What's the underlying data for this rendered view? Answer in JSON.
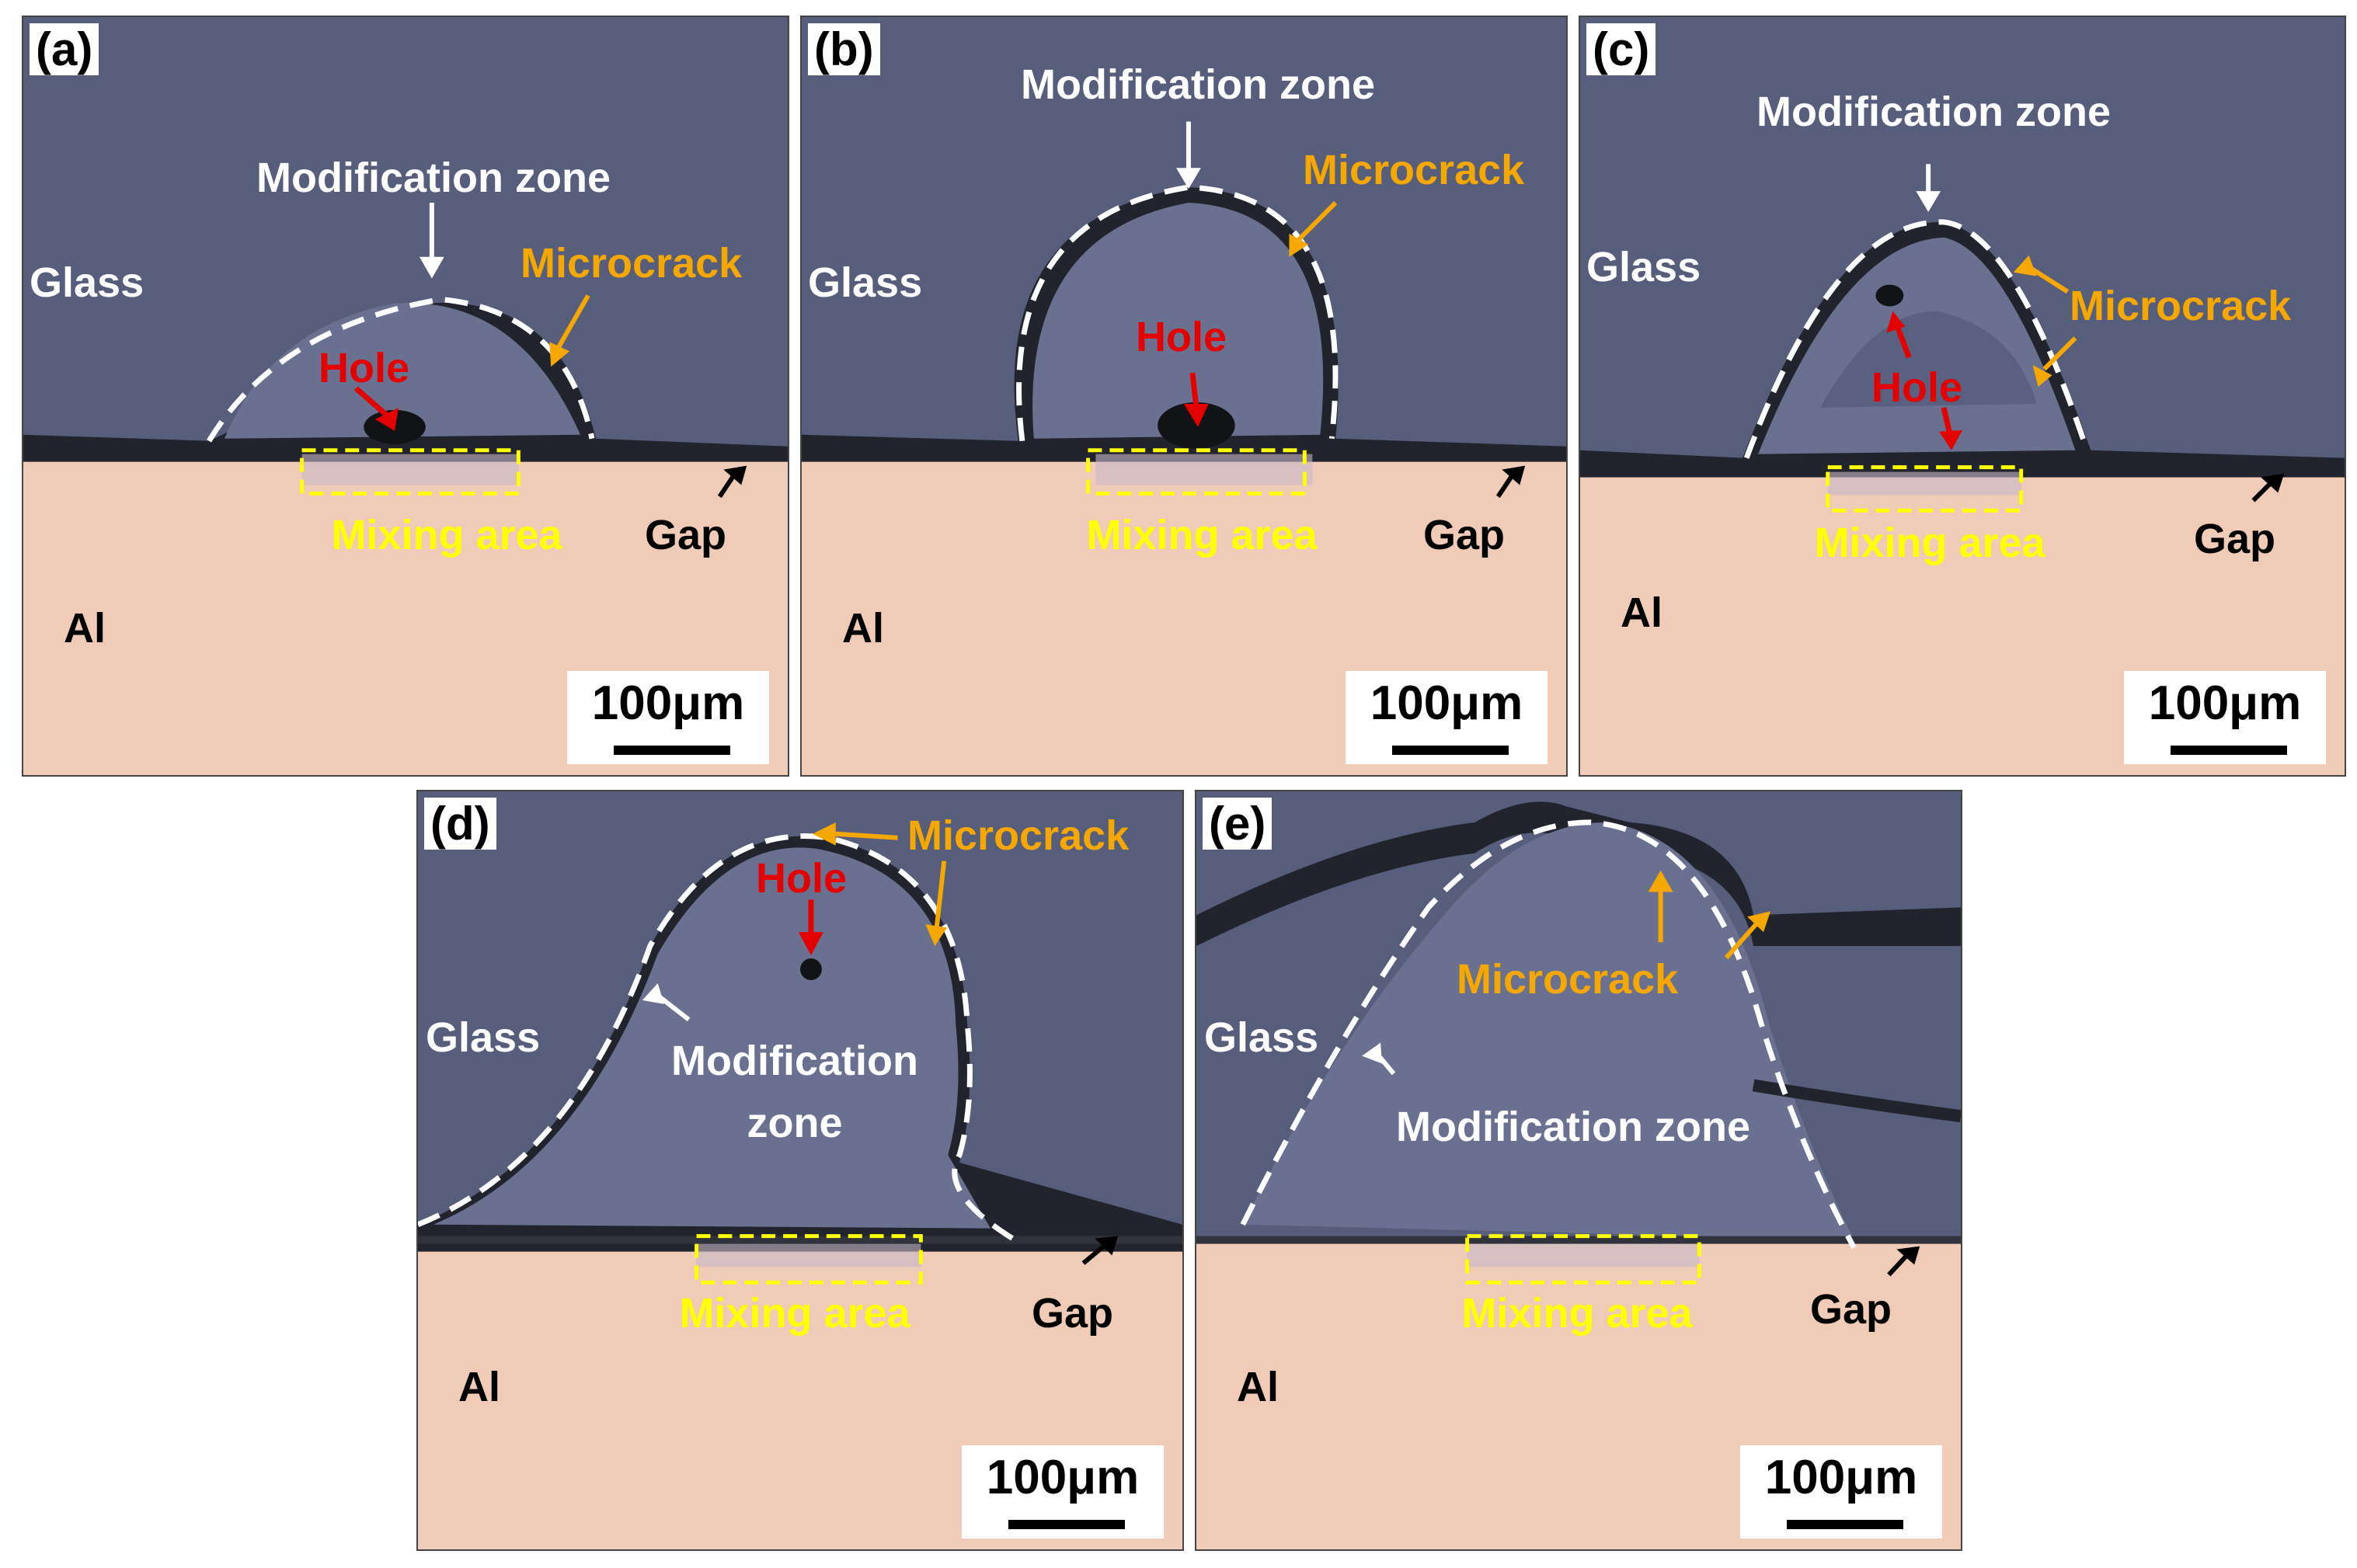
{
  "scale_label": "100μm",
  "panels": [
    {
      "tag": "(a)",
      "glass": "Glass",
      "al": "Al",
      "modification": "Modification zone",
      "microcrack": "Microcrack",
      "hole": "Hole",
      "mixing": "Mixing area",
      "gap": "Gap"
    },
    {
      "tag": "(b)",
      "glass": "Glass",
      "al": "Al",
      "modification": "Modification zone",
      "microcrack": "Microcrack",
      "hole": "Hole",
      "mixing": "Mixing area",
      "gap": "Gap"
    },
    {
      "tag": "(c)",
      "glass": "Glass",
      "al": "Al",
      "modification": "Modification zone",
      "microcrack": "Microcrack",
      "hole": "Hole",
      "mixing": "Mixing area",
      "gap": "Gap"
    },
    {
      "tag": "(d)",
      "glass": "Glass",
      "al": "Al",
      "modification": "Modification",
      "modification2": "zone",
      "microcrack": "Microcrack",
      "hole": "Hole",
      "mixing": "Mixing area",
      "gap": "Gap"
    },
    {
      "tag": "(e)",
      "glass": "Glass",
      "al": "Al",
      "modification": "Modification zone",
      "microcrack": "Microcrack",
      "mixing": "Mixing area",
      "gap": "Gap"
    }
  ],
  "colors": {
    "glass": "#565d7a",
    "aluminum": "#efcbb8",
    "dashed_outline": "#ffffff",
    "mixing_box": "#ffff00",
    "label_orange": "#f5a800",
    "label_red": "#e50000"
  }
}
